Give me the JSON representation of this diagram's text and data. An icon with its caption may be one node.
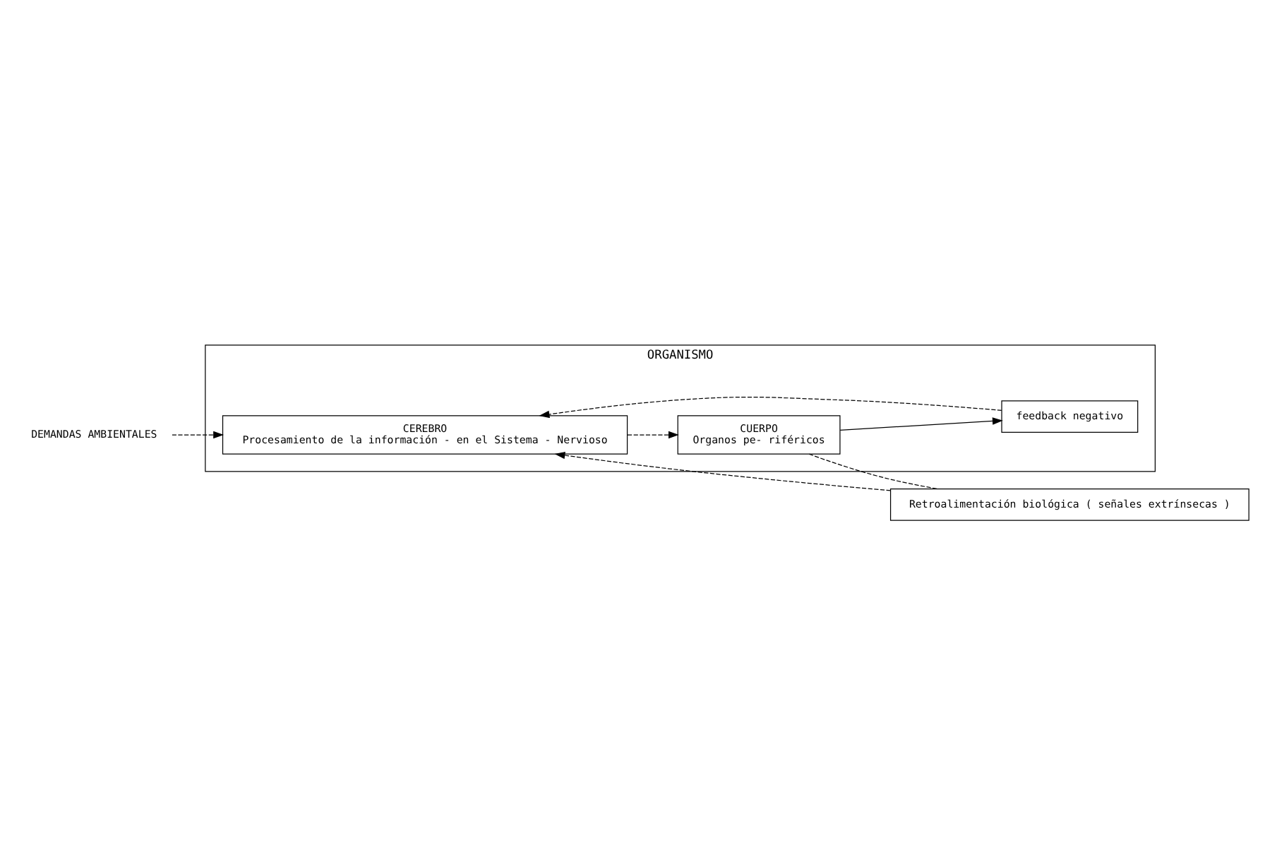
{
  "diagram": {
    "nodes": [
      {
        "text": [
          "ORGANISMO"
        ]
      },
      {
        "text": [
          "DEMANDAS AMBIENTALES"
        ]
      },
      {
        "text": [
          "CEREBRO",
          "Procesamiento de la información - en el Sistema - Nervioso"
        ],
        "in": 0
      },
      {
        "text": [
          "CUERPO",
          "Organos pe- riféricos"
        ],
        "in": 0
      },
      {
        "text": [
          "feedback negativo"
        ],
        "in": 0
      },
      {
        "text": [
          "Retroalimentación biológica ( señales extrínsecas )"
        ]
      }
    ],
    "edges": [
      {
        "from": 1,
        "to": 2,
        "arrow": "to",
        "style": "dashed"
      },
      {
        "from": 2,
        "to": 3,
        "arrow": "to",
        "style": "dashed"
      },
      {
        "from": 4,
        "to": 2,
        "arrow": "to",
        "style": "dashed"
      },
      {
        "from": 3,
        "to": 4,
        "arrow": "to"
      },
      {
        "from": 3,
        "to": 5,
        "arrow": "none",
        "style": "dashed"
      },
      {
        "from": 5,
        "to": 2,
        "arrow": "to",
        "style": "dashed"
      }
    ]
  }
}
